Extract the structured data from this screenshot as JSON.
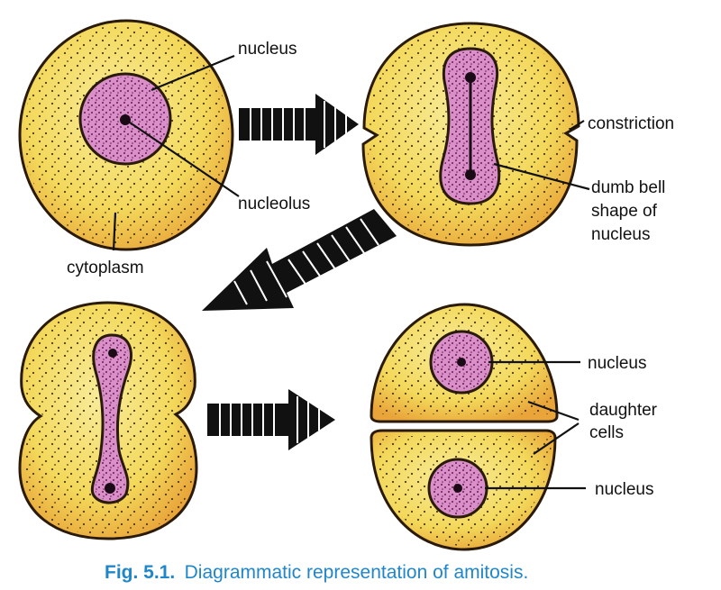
{
  "labels": {
    "nucleus_top": "nucleus",
    "nucleolus": "nucleolus",
    "cytoplasm": "cytoplasm",
    "constriction": "constriction",
    "dumbbell_line1": "dumb bell",
    "dumbbell_line2": "shape of",
    "dumbbell_line3": "nucleus",
    "nucleus_right_top": "nucleus",
    "daughter_line1": "daughter",
    "daughter_line2": "cells",
    "nucleus_right_bottom": "nucleus"
  },
  "caption": {
    "number": "Fig. 5.1.",
    "text": "Diagrammatic representation of amitosis."
  },
  "colors": {
    "cytoplasm": "#f3d85a",
    "cytoplasm_edge": "#e9a53a",
    "nucleus": "#d98fc8",
    "outline": "#2a1a0a",
    "caption": "#1f86c9"
  }
}
